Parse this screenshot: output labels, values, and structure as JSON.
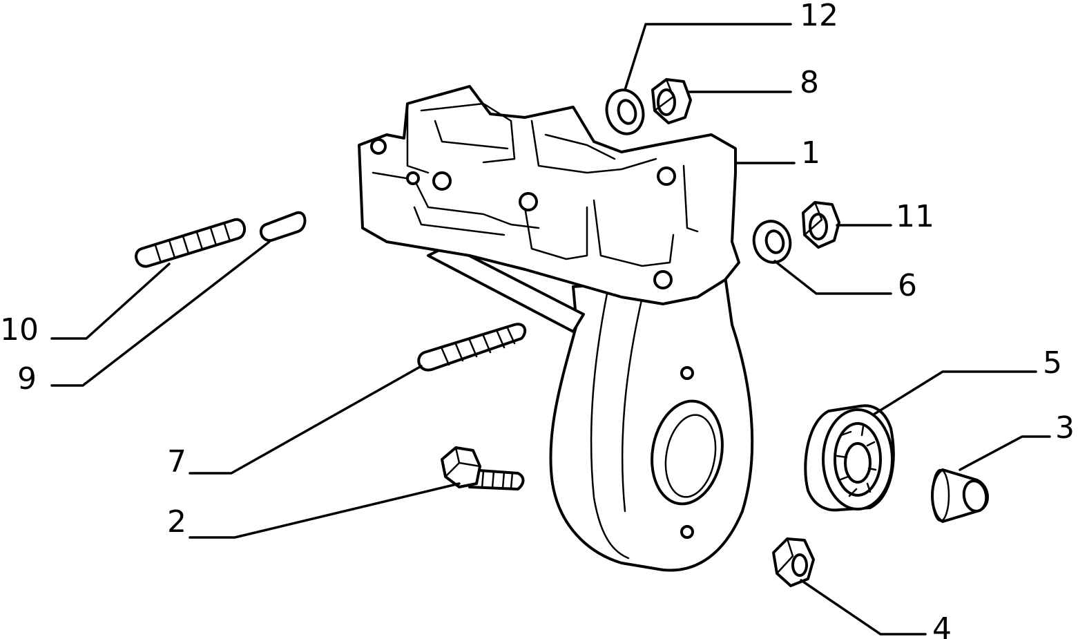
{
  "callouts": [
    {
      "id": "1",
      "text": "1"
    },
    {
      "id": "2",
      "text": "2"
    },
    {
      "id": "3",
      "text": "3"
    },
    {
      "id": "4",
      "text": "4"
    },
    {
      "id": "5",
      "text": "5"
    },
    {
      "id": "6",
      "text": "6"
    },
    {
      "id": "7",
      "text": "7"
    },
    {
      "id": "8",
      "text": "8"
    },
    {
      "id": "9",
      "text": "9"
    },
    {
      "id": "10",
      "text": "10"
    },
    {
      "id": "11",
      "text": "11"
    },
    {
      "id": "12",
      "text": "12"
    }
  ],
  "colors": {
    "line": "#000000",
    "background": "#ffffff"
  }
}
